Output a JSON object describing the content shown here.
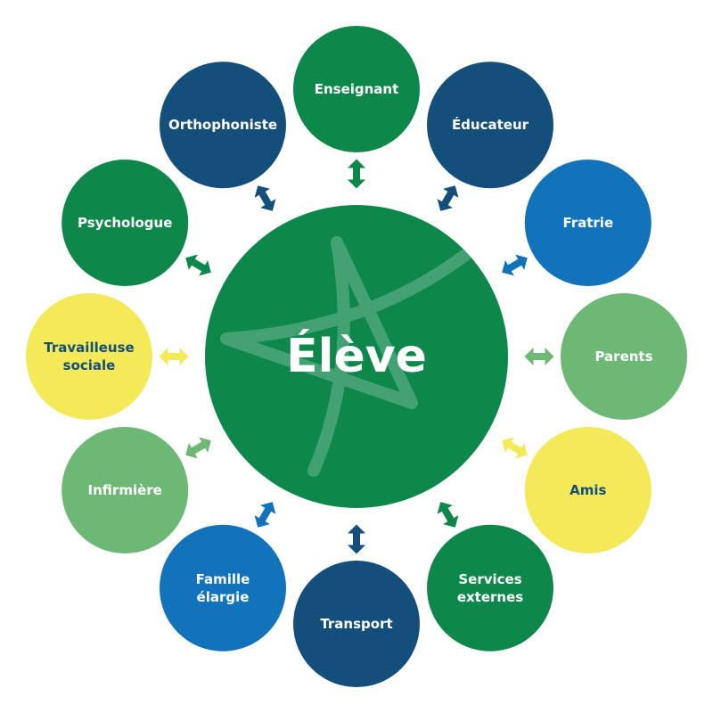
{
  "center": {
    "label": "Élève",
    "color": "#0e874b",
    "text_color": "#ffffff"
  },
  "nodes": [
    {
      "id": "enseignant",
      "lines": [
        "Enseignant"
      ],
      "color": "#0e874b",
      "text_color": "#ffffff",
      "arrow_color": "#0e874b"
    },
    {
      "id": "educateur",
      "lines": [
        "Éducateur"
      ],
      "color": "#144e7a",
      "text_color": "#ffffff",
      "arrow_color": "#144e7a"
    },
    {
      "id": "fratrie",
      "lines": [
        "Fratrie"
      ],
      "color": "#1273bb",
      "text_color": "#ffffff",
      "arrow_color": "#1273bb"
    },
    {
      "id": "parents",
      "lines": [
        "Parents"
      ],
      "color": "#6cb874",
      "text_color": "#ffffff",
      "arrow_color": "#6cb874"
    },
    {
      "id": "amis",
      "lines": [
        "Amis"
      ],
      "color": "#f4e958",
      "text_color": "#144e7a",
      "arrow_color": "#f4e958"
    },
    {
      "id": "services-externes",
      "lines": [
        "Services",
        "externes"
      ],
      "color": "#0e874b",
      "text_color": "#ffffff",
      "arrow_color": "#0e874b"
    },
    {
      "id": "transport",
      "lines": [
        "Transport"
      ],
      "color": "#144e7a",
      "text_color": "#ffffff",
      "arrow_color": "#144e7a"
    },
    {
      "id": "famille-elargie",
      "lines": [
        "Famille",
        "élargie"
      ],
      "color": "#1273bb",
      "text_color": "#ffffff",
      "arrow_color": "#1273bb"
    },
    {
      "id": "infirmiere",
      "lines": [
        "Infirmière"
      ],
      "color": "#6cb874",
      "text_color": "#ffffff",
      "arrow_color": "#6cb874"
    },
    {
      "id": "travailleuse-sociale",
      "lines": [
        "Travailleuse",
        "sociale"
      ],
      "color": "#f4e958",
      "text_color": "#144e7a",
      "arrow_color": "#f4e958"
    },
    {
      "id": "psychologue",
      "lines": [
        "Psychologue"
      ],
      "color": "#0e874b",
      "text_color": "#ffffff",
      "arrow_color": "#0e874b"
    },
    {
      "id": "orthophoniste",
      "lines": [
        "Orthophoniste"
      ],
      "color": "#144e7a",
      "text_color": "#ffffff",
      "arrow_color": "#144e7a"
    }
  ]
}
